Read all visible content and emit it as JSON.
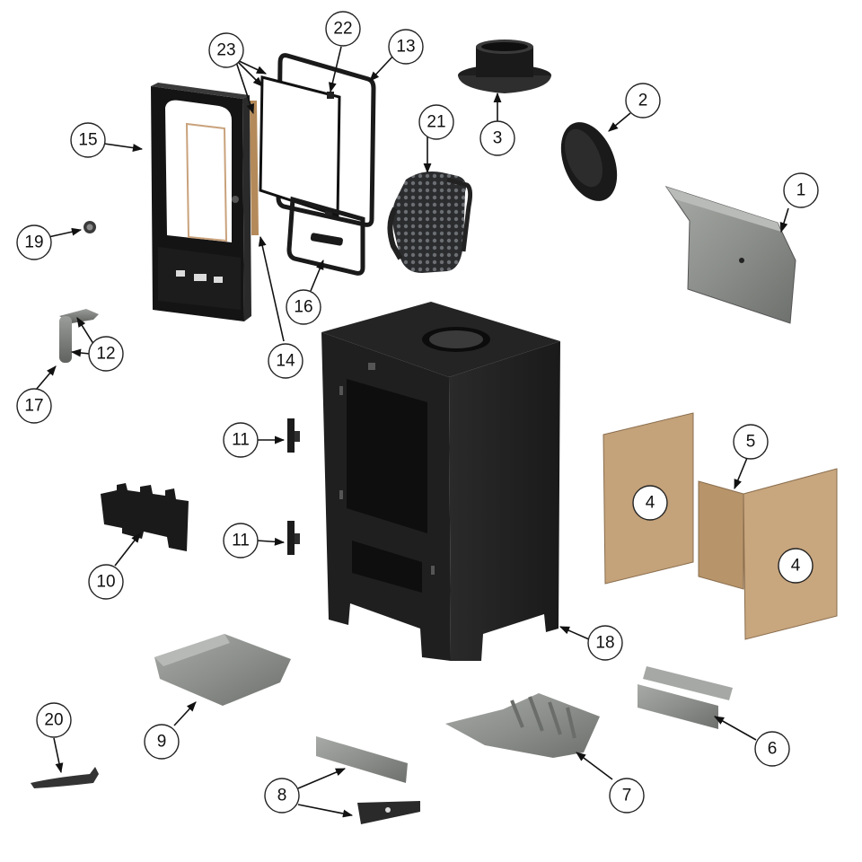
{
  "diagram": {
    "title": "",
    "callouts": {
      "baffle": "1",
      "blanking_plate": "2",
      "flue_collar": "3",
      "brick_left": "4",
      "brick_side": "4",
      "brick_back": "5",
      "front_brick_retainer": "6",
      "grate": "7",
      "grate_bars": "8",
      "ash_pan": "9",
      "log_guard": "10",
      "hinge_upper": "11",
      "hinge_lower": "11",
      "door_handle_spring": "12",
      "glass_clamp_frame": "13",
      "door_rope": "14",
      "door": "15",
      "clamp_frame_lower": "16",
      "handle": "17",
      "leg_fixing": "18",
      "air_knob": "19",
      "ash_pan_tool": "20",
      "gloves": "21",
      "glass": "22",
      "glass_gasket": "23"
    }
  }
}
